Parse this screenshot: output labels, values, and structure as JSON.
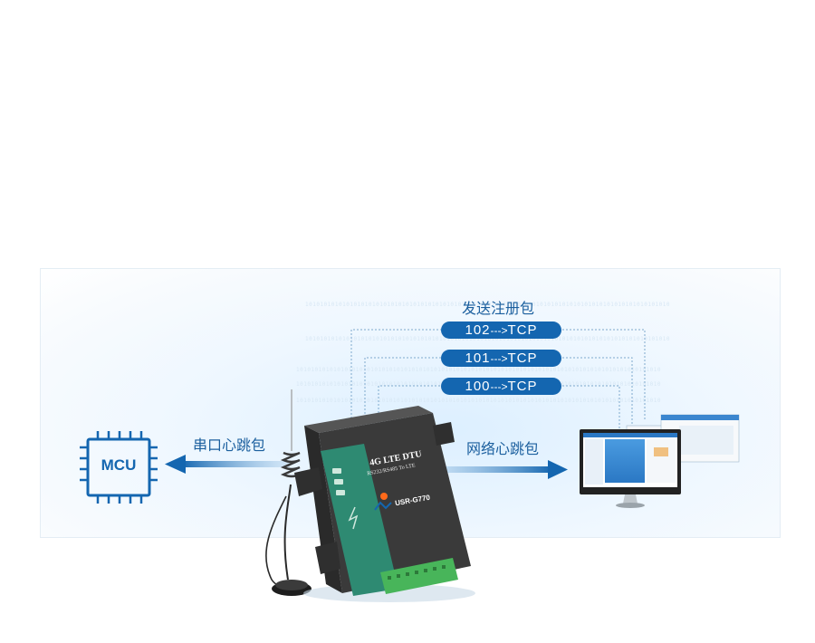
{
  "title": "发送注册包",
  "packets": [
    {
      "id": "102",
      "arrow": "--->",
      "proto": "TCP"
    },
    {
      "id": "101",
      "arrow": "--->",
      "proto": "TCP"
    },
    {
      "id": "100",
      "arrow": "--->",
      "proto": "TCP"
    }
  ],
  "mcu_label": "MCU",
  "serial_heartbeat": "串口心跳包",
  "network_heartbeat": "网络心跳包",
  "device": {
    "name": "4G LTE DTU",
    "subtitle": "RS232/RS485 To LTE",
    "model": "USR-G770"
  },
  "colors": {
    "accent": "#1466b0",
    "device_green": "#2e8a72"
  },
  "icons": [
    "chip-icon",
    "antenna-icon",
    "monitor-icon"
  ]
}
